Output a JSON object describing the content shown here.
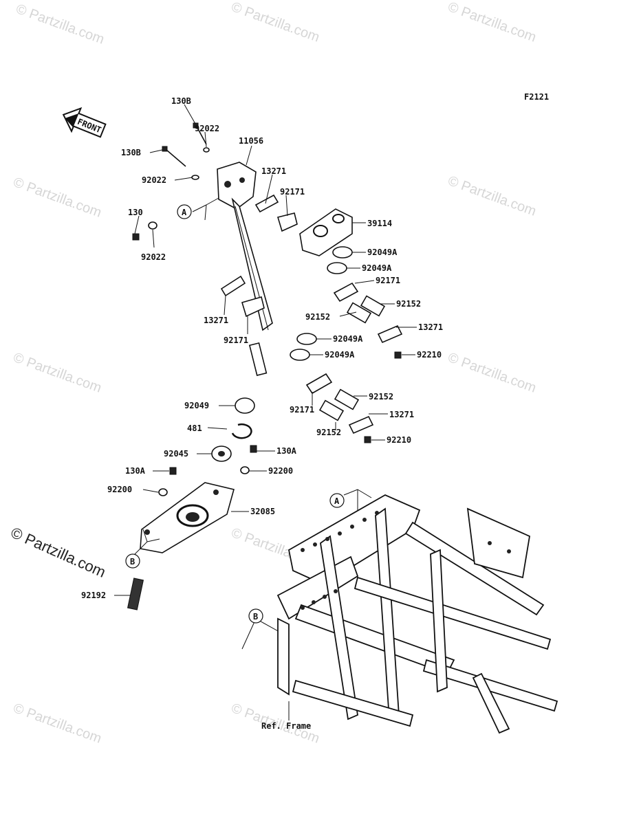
{
  "diagram": {
    "figure_code": "F2121",
    "front_arrow": "FRONT",
    "ref_frame": "Ref. Frame",
    "callouts": {
      "a": "A",
      "b": "B"
    },
    "parts": {
      "p130B_top": "130B",
      "p92022_top": "92022",
      "p130B_mid": "130B",
      "p11056": "11056",
      "p13271_a": "13271",
      "p92022_mid": "92022",
      "p92171_a": "92171",
      "p130": "130",
      "p39114": "39114",
      "p92022_low": "92022",
      "p92049A_a": "92049A",
      "p92049A_b": "92049A",
      "p92171_b": "92171",
      "p13271_b": "13271",
      "p92152_a": "92152",
      "p92152_b": "92152",
      "p92171_c": "92171",
      "p13271_c": "13271",
      "p92049A_c": "92049A",
      "p92210_a": "92210",
      "p92049A_d": "92049A",
      "p92049": "92049",
      "p92152_c": "92152",
      "p92171_d": "92171",
      "p13271_d": "13271",
      "p481": "481",
      "p92152_d": "92152",
      "p92210_b": "92210",
      "p92045": "92045",
      "p130A_a": "130A",
      "p130A_b": "130A",
      "p92200_a": "92200",
      "p92200_b": "92200",
      "p32085": "32085",
      "p92192": "92192"
    }
  },
  "watermark": {
    "text": "© Partzilla.com",
    "large_text": "© Partzilla.com"
  }
}
